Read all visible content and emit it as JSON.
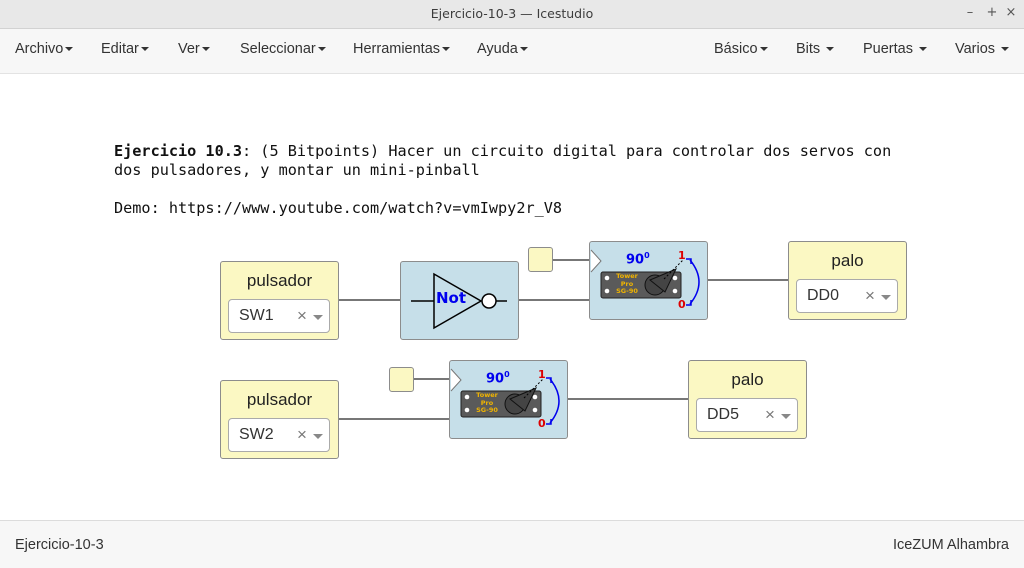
{
  "window": {
    "title": "Ejercicio-10-3 — Icestudio"
  },
  "menu_left": [
    "Archivo",
    "Editar",
    "Ver",
    "Seleccionar",
    "Herramientas",
    "Ayuda"
  ],
  "menu_right": [
    "Básico",
    "Bits",
    "Puertas",
    "Varios"
  ],
  "info": {
    "bold": "Ejercicio 10.3",
    "line1": ": (5 Bitpoints) Hacer un circuito digital para controlar dos servos con",
    "line2": "dos pulsadores, y montar un mini-pinball",
    "line3": "Demo: https://www.youtube.com/watch?v=vmIwpy2r_V8"
  },
  "blocks": {
    "input1": {
      "label": "pulsador",
      "value": "SW1"
    },
    "input2": {
      "label": "pulsador",
      "value": "SW2"
    },
    "not": {
      "label": "Not"
    },
    "servo": {
      "angle": "90",
      "deg": "0",
      "brand1": "Tower",
      "brand2": "Pro",
      "model": "SG-90",
      "max": "1",
      "min": "0"
    },
    "output1": {
      "label": "palo",
      "value": "DD0"
    },
    "output2": {
      "label": "palo",
      "value": "DD5"
    }
  },
  "colors": {
    "io_block": "#fbf8c3",
    "logic_block": "#c6dfe9",
    "not_text": "#0000ee",
    "servo_angle": "#0000ee",
    "servo_limits": "#dd0000"
  },
  "status": {
    "left": "Ejercicio-10-3",
    "right": "IceZUM Alhambra"
  }
}
